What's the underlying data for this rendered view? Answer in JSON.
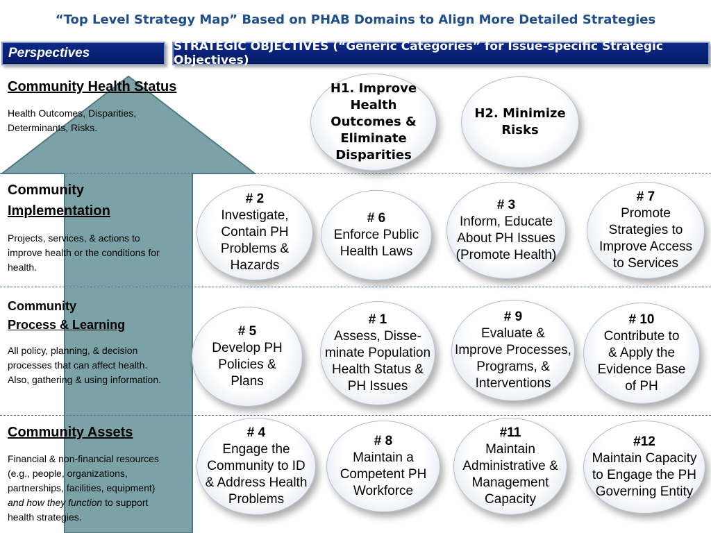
{
  "title": "“Top Level Strategy Map” Based on PHAB Domains to Align More Detailed Strategies",
  "headers": {
    "perspectives": "Perspectives",
    "objectives": "STRATEGIC OBJECTIVES (“Generic Categories” for Issue-specific Strategic Objectives)"
  },
  "sections": [
    {
      "title_l1": "Community Health Status",
      "title_l2": "",
      "desc_l1": "Health Outcomes, Disparities,",
      "desc_l2": "Determinants, Risks.",
      "desc_l3": "",
      "desc_l4": "",
      "desc_l5": ""
    },
    {
      "title_l1": "Community",
      "title_l2": "Implementation",
      "desc_l1": "Projects, services, & actions to",
      "desc_l2": "improve health or the conditions for",
      "desc_l3": "health.",
      "desc_l4": "",
      "desc_l5": ""
    },
    {
      "title_l1": "Community",
      "title_l2": "Process & Learning",
      "desc_l1": "All policy, planning, & decision",
      "desc_l2": "processes that can affect health.",
      "desc_l3": "Also, gathering & using information.",
      "desc_l4": "",
      "desc_l5": ""
    },
    {
      "title_l1": "Community Assets",
      "title_l2": "",
      "desc_l1": "Financial & non-financial resources",
      "desc_l2": "(e.g., people, organizations,",
      "desc_l3": "partnerships, facilities, equipment)",
      "desc_l4_italic": "and how they function",
      "desc_l4_rest": " to support",
      "desc_l5": "health strategies."
    }
  ],
  "objectives": {
    "h1": {
      "l1": "H1. Improve",
      "l2": "Health",
      "l3": "Outcomes &",
      "l4": "Eliminate",
      "l5": "Disparities"
    },
    "h2": {
      "l1": "H2. Minimize",
      "l2": "Risks"
    },
    "o2": {
      "num": "# 2",
      "l1": "Investigate,",
      "l2": "Contain PH",
      "l3": "Problems &",
      "l4": "Hazards"
    },
    "o6": {
      "num": "# 6",
      "l1": "Enforce Public",
      "l2": "Health Laws"
    },
    "o3": {
      "num": "# 3",
      "l1": "Inform, Educate",
      "l2": "About PH Issues",
      "l3": "(Promote Health)"
    },
    "o7": {
      "num": "# 7",
      "l1": "Promote",
      "l2": "Strategies to",
      "l3": "Improve Access",
      "l4": "to Services"
    },
    "o5": {
      "num": "# 5",
      "l1": "Develop PH",
      "l2": "Policies &",
      "l3": "Plans"
    },
    "o1": {
      "num": "# 1",
      "l1": "Assess, Disse-",
      "l2": "minate Population",
      "l3": "Health Status &",
      "l4": "PH Issues"
    },
    "o9": {
      "num": "# 9",
      "l1": "Evaluate &",
      "l2": "Improve Processes,",
      "l3": "Programs, &",
      "l4": "Interventions"
    },
    "o10": {
      "num": "# 10",
      "l1": "Contribute to",
      "l2": "& Apply the",
      "l3": "Evidence Base",
      "l4": "of PH"
    },
    "o4": {
      "num": "# 4",
      "l1": "Engage the",
      "l2": "Community to ID",
      "l3": "& Address Health",
      "l4": "Problems"
    },
    "o8": {
      "num": "# 8",
      "l1": "Maintain a",
      "l2": "Competent PH",
      "l3": "Workforce"
    },
    "o11": {
      "num": "#11",
      "l1": "Maintain",
      "l2": "Administrative &",
      "l3": "Management",
      "l4": "Capacity"
    },
    "o12": {
      "num": "#12",
      "l1": "Maintain Capacity",
      "l2": "to Engage the PH",
      "l3": "Governing Entity"
    }
  },
  "colors": {
    "title": "#1f4e8c",
    "header_bg": "#0c2a8a",
    "arrow_fill": "#7ba2a6",
    "arrow_stroke": "#4f7a80",
    "divider": "#4a6fa5"
  },
  "icons": {
    "arrow": "up-arrow-shape"
  }
}
